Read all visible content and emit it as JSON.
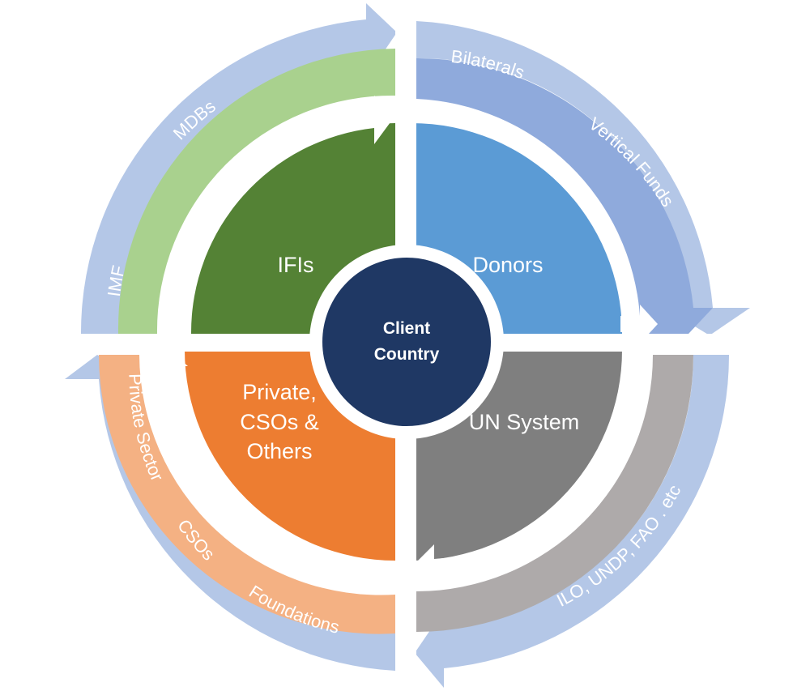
{
  "center": {
    "line1": "Client",
    "line2": "Country",
    "color": "#1f3864"
  },
  "quadrants": {
    "ifis": {
      "label": "IFIs",
      "color": "#548235"
    },
    "donors": {
      "label": "Donors",
      "color": "#5b9bd5"
    },
    "un": {
      "label": "UN System",
      "color": "#7f7f7f"
    },
    "private": {
      "line1": "Private,",
      "line2": "CSOs &",
      "line3": "Others",
      "color": "#ed7d31"
    }
  },
  "inner_ring": {
    "ifis": {
      "items": [
        "MDBs",
        "IMF"
      ],
      "color": "#a9d18e"
    },
    "donors": {
      "items": [
        "Bilaterals",
        "Vertical Funds"
      ],
      "color": "#8faadc"
    },
    "un": {
      "items": [
        "ILO, UNDP, FAO . etc"
      ],
      "color": "#aeaaaa"
    },
    "private": {
      "items": [
        "Private Sector",
        "CSOs",
        "Foundations"
      ],
      "color": "#f4b183"
    }
  },
  "outer_ring_color": "#b4c7e7"
}
